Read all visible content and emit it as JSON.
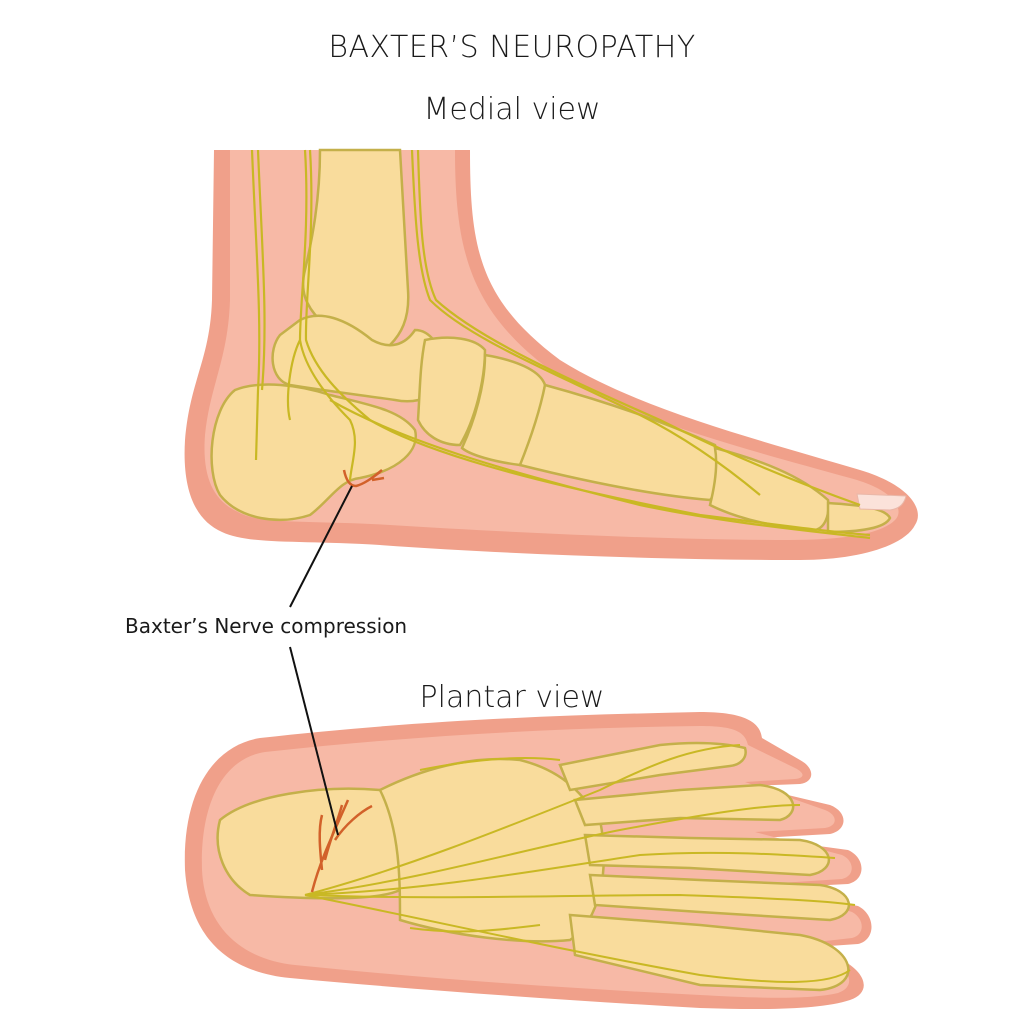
{
  "diagram": {
    "title": "BAXTER’S NEUROPATHY",
    "views": [
      {
        "label": "Medial view"
      },
      {
        "label": "Plantar view"
      }
    ],
    "annotation": {
      "label": "Baxter’s Nerve compression"
    },
    "colors": {
      "skin_outer": "#F0A08A",
      "skin_inner": "#F7B9A6",
      "bone_fill": "#F9DC9C",
      "bone_outline": "#C4B04A",
      "nerve": "#C9B824",
      "compressed_nerve": "#D2612A",
      "callout_line": "#111111"
    }
  }
}
